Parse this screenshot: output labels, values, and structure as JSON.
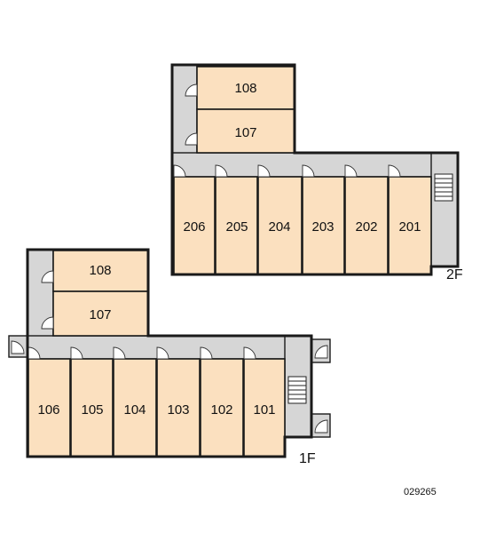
{
  "floor2": {
    "label": "2F",
    "rooms_top": [
      "108",
      "107"
    ],
    "rooms_row": [
      "206",
      "205",
      "204",
      "203",
      "202",
      "201"
    ]
  },
  "floor1": {
    "label": "1F",
    "rooms_top": [
      "108",
      "107"
    ],
    "rooms_row": [
      "106",
      "105",
      "104",
      "103",
      "102",
      "101"
    ]
  },
  "property_code": "029265",
  "colors": {
    "room_fill": "#fbe0bf",
    "corridor_fill": "#d6d6d6",
    "window": "#2b7a2b"
  }
}
